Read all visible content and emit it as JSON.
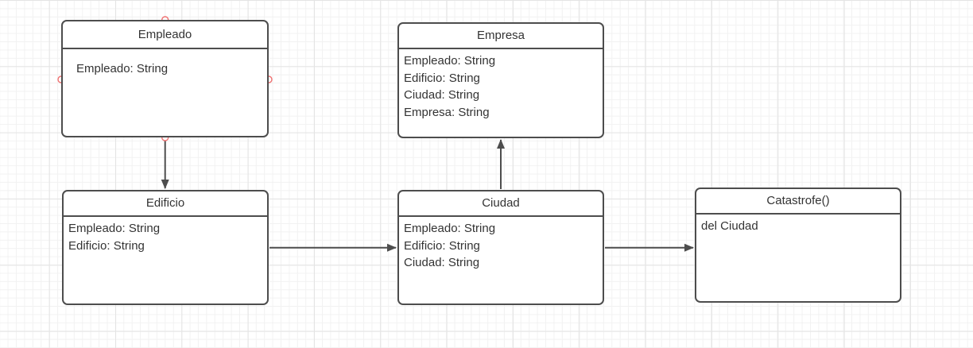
{
  "canvas": {
    "background_color": "#ffffff",
    "grid_minor_color": "#f2f2f2",
    "grid_major_color": "#e4e4e4"
  },
  "diagram": {
    "stroke_color": "#4d4d4d",
    "text_color": "#333333",
    "connection_point_color": "#ef7070",
    "nodes": [
      {
        "id": "empleado",
        "title": "Empleado",
        "attributes": [
          "Empleado: String"
        ]
      },
      {
        "id": "empresa",
        "title": "Empresa",
        "attributes": [
          "Empleado: String",
          "Edificio: String",
          "Ciudad: String",
          "Empresa: String"
        ]
      },
      {
        "id": "edificio",
        "title": "Edificio",
        "attributes": [
          "Empleado: String",
          "Edificio: String"
        ]
      },
      {
        "id": "ciudad",
        "title": "Ciudad",
        "attributes": [
          "Empleado: String",
          "Edificio: String",
          "Ciudad: String"
        ]
      },
      {
        "id": "catastrofe",
        "title": "Catastrofe()",
        "attributes": [
          "del Ciudad"
        ]
      }
    ],
    "edges": [
      {
        "from": "Empleado",
        "to": "Edificio"
      },
      {
        "from": "Edificio",
        "to": "Ciudad"
      },
      {
        "from": "Ciudad",
        "to": "Empresa"
      },
      {
        "from": "Ciudad",
        "to": "Catastrofe()"
      }
    ]
  }
}
